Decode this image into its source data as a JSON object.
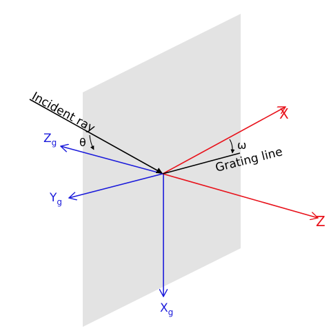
{
  "labels": {
    "incident_ray": "Incident ray",
    "grating_line": "Grating line",
    "theta": "θ",
    "omega": "ω",
    "x": "X",
    "z": "Z",
    "zg_main": "Z",
    "zg_sub": "g",
    "yg_main": "Y",
    "yg_sub": "g",
    "xg_main": "X",
    "xg_sub": "g"
  },
  "colors": {
    "plane": "#e3e3e3",
    "incident": "#000000",
    "global_axes": "#e8121b",
    "grating_axes": "#1a1adb"
  }
}
